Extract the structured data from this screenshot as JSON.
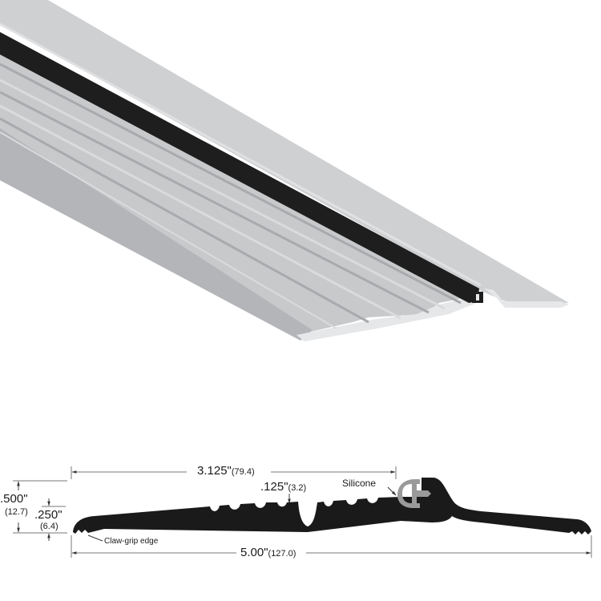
{
  "product_render": {
    "description": "3D render of aluminum threshold with silicone seal insert",
    "colors": {
      "aluminum": "#c9cacc",
      "aluminum_light": "#dcdddf",
      "aluminum_shadow": "#a9abae",
      "seal": "#1e1e1e",
      "background": "#ffffff"
    }
  },
  "profile_drawing": {
    "overall_width": {
      "in": "5.00\"",
      "mm": "(127.0)"
    },
    "seal_offset": {
      "in": "3.125\"",
      "mm": "(79.4)"
    },
    "groove_depth": {
      "in": ".125\"",
      "mm": "(3.2)"
    },
    "total_height": {
      "in": ".500\"",
      "mm": "(12.7)"
    },
    "edge_height": {
      "in": ".250\"",
      "mm": "(6.4)"
    },
    "labels": {
      "silicone": "Silicone",
      "claw_grip": "Claw-grip edge"
    },
    "colors": {
      "profile": "#1a1a1a",
      "silicone": "#9a9a9a",
      "dim_line": "#555555"
    }
  }
}
